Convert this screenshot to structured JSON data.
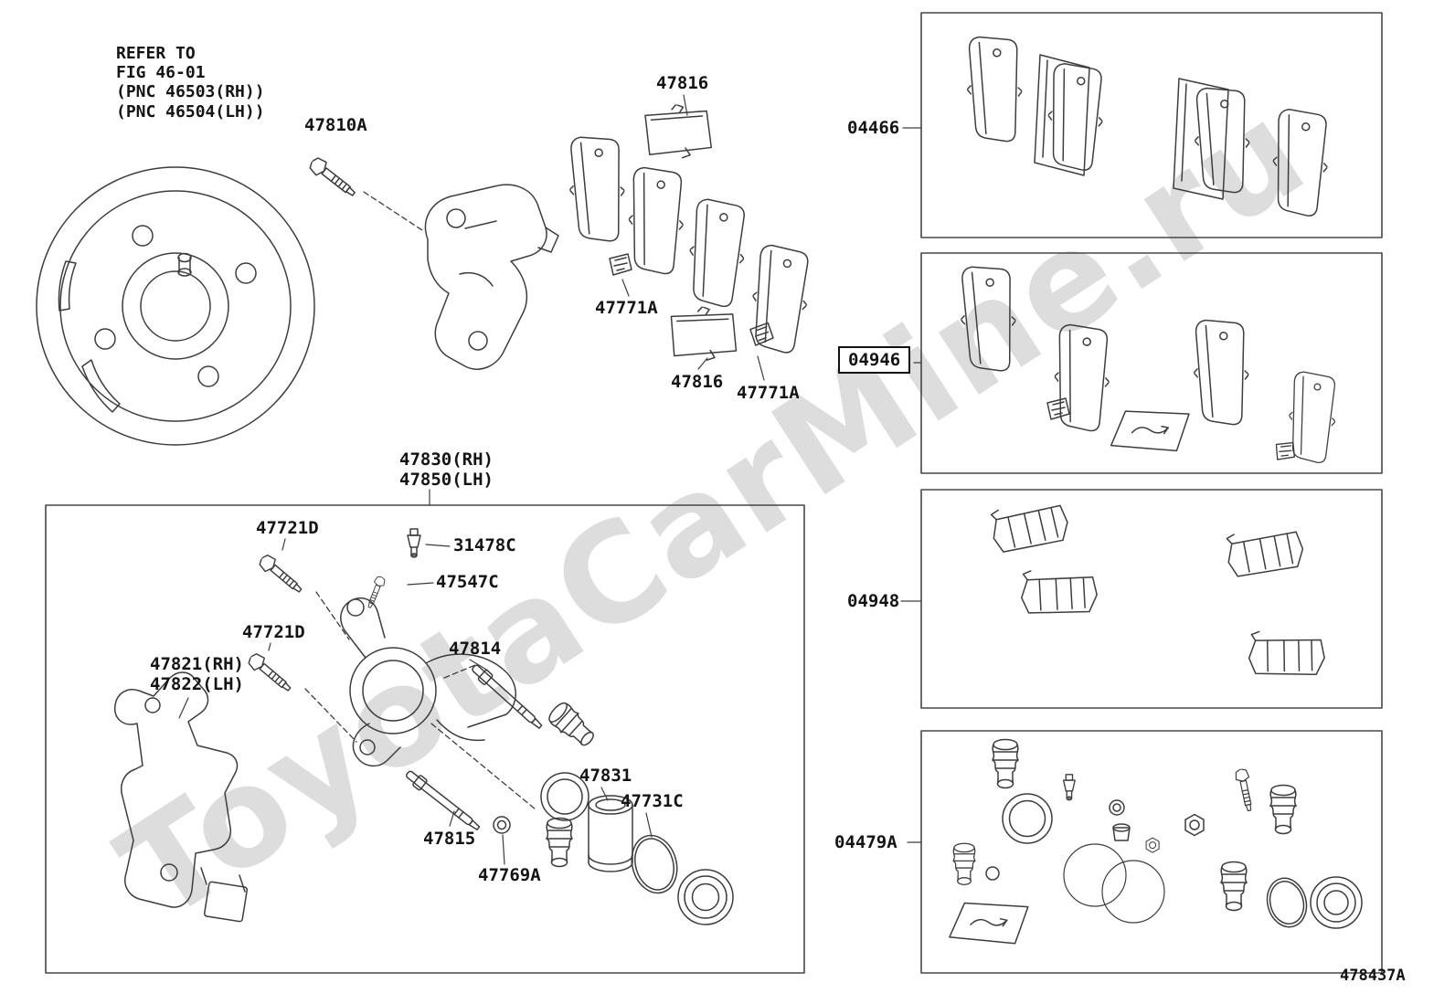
{
  "watermark": "ToyotaCarMine.ru",
  "figure_code": "478437A",
  "note": "REFER TO\nFIG 46-01\n(PNC 46503(RH))\n(PNC 46504(LH))",
  "part_labels": [
    {
      "text": "47810A"
    },
    {
      "text": "47816"
    },
    {
      "text": "47771A"
    },
    {
      "text": "47816"
    },
    {
      "text": "47771A"
    },
    {
      "text": "47830(RH)\n47850(LH)"
    },
    {
      "text": "47721D"
    },
    {
      "text": "31478C"
    },
    {
      "text": "47547C"
    },
    {
      "text": "47721D"
    },
    {
      "text": "47821(RH)\n47822(LH)"
    },
    {
      "text": "47814"
    },
    {
      "text": "47831"
    },
    {
      "text": "47731C"
    },
    {
      "text": "47815"
    },
    {
      "text": "47769A"
    }
  ],
  "kits": [
    {
      "label": "04466",
      "highlighted": false
    },
    {
      "label": "04946",
      "highlighted": true
    },
    {
      "label": "04948",
      "highlighted": false
    },
    {
      "label": "04479A",
      "highlighted": false
    }
  ]
}
